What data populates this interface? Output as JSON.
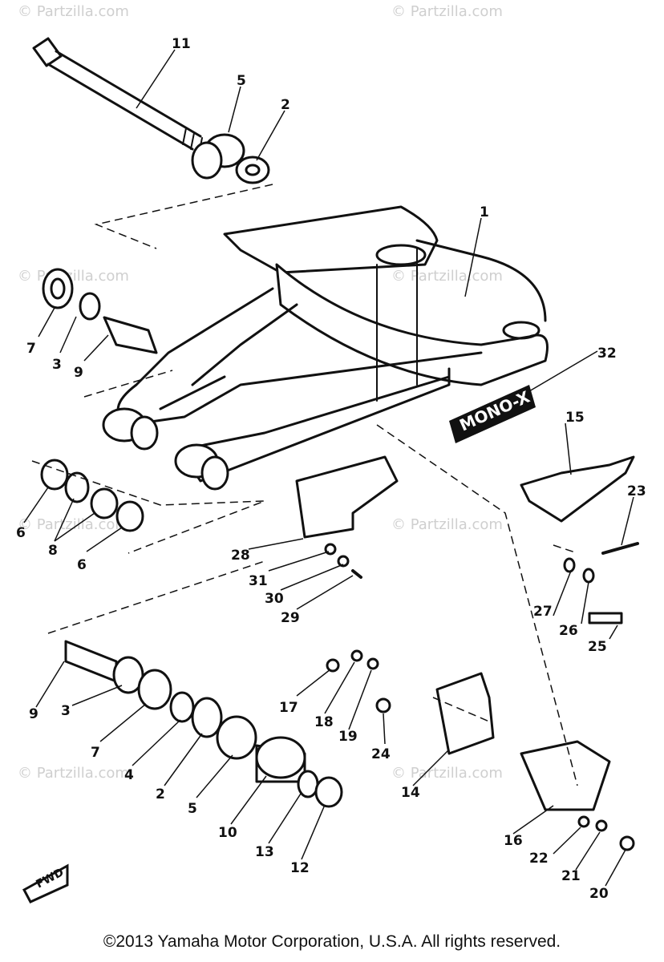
{
  "diagram": {
    "badge_text": "MONO-X",
    "fwd_text": "FWD",
    "watermark": "© Partzilla.com",
    "copyright": "©2013 Yamaha Motor Corporation, U.S.A. All rights reserved.",
    "callouts": {
      "c1": "1",
      "c2a": "2",
      "c2b": "2",
      "c3a": "3",
      "c3b": "3",
      "c4": "4",
      "c5a": "5",
      "c5b": "5",
      "c6a": "6",
      "c6b": "6",
      "c7a": "7",
      "c7b": "7",
      "c8": "8",
      "c9a": "9",
      "c9b": "9",
      "c10": "10",
      "c11": "11",
      "c12": "12",
      "c13": "13",
      "c14": "14",
      "c15": "15",
      "c16": "16",
      "c17": "17",
      "c18": "18",
      "c19": "19",
      "c20": "20",
      "c21": "21",
      "c22": "22",
      "c23": "23",
      "c24": "24",
      "c25": "25",
      "c26": "26",
      "c27": "27",
      "c28": "28",
      "c29": "29",
      "c30": "30",
      "c31": "31",
      "c32": "32"
    }
  }
}
